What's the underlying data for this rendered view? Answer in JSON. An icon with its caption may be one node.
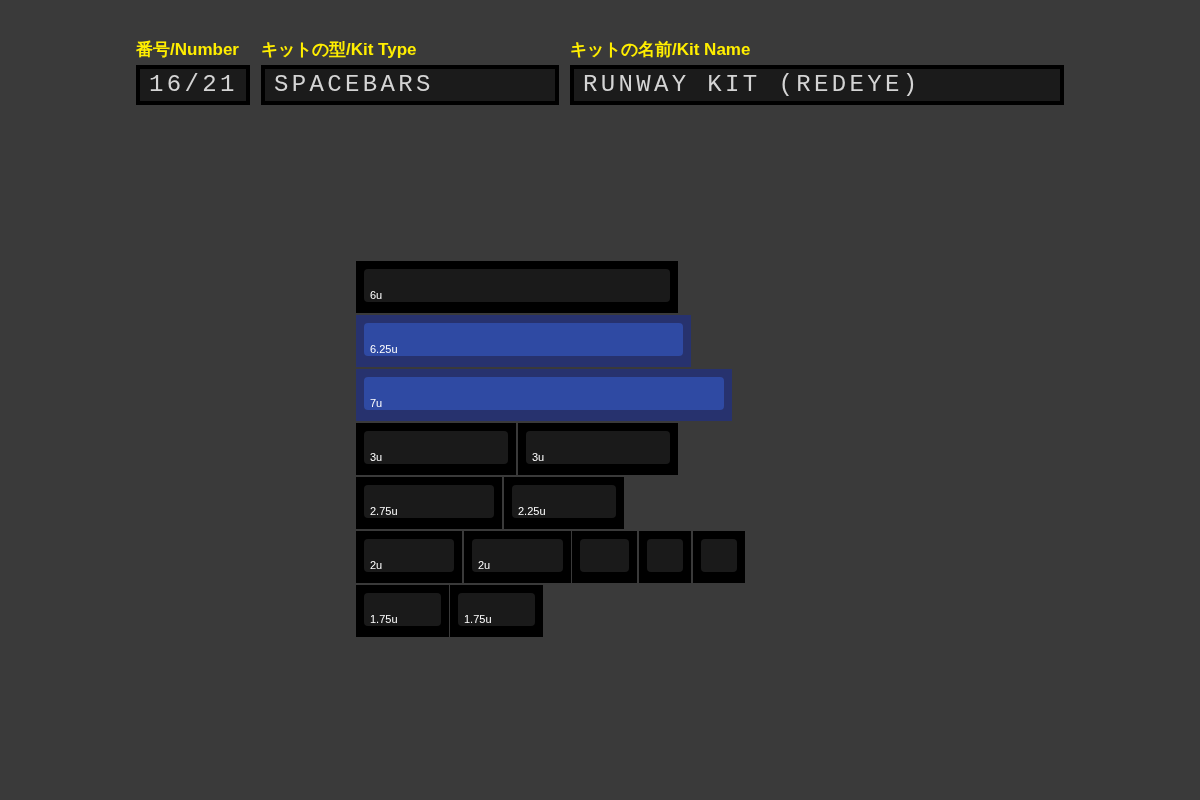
{
  "diagram": {
    "nodes": [
      {
        "text": [
          "番号/Number",
          "16/21"
        ]
      },
      {
        "text": [
          "キットの型/Kit Type",
          "SPACEBARS"
        ]
      },
      {
        "text": [
          "キットの名前/Kit Name",
          "RUNWAY KIT (REDEYE)"
        ]
      },
      {
        "text": [
          "6u"
        ]
      },
      {
        "text": [
          "6.25u"
        ]
      },
      {
        "text": [
          "7u"
        ]
      },
      {
        "text": [
          "3u"
        ]
      },
      {
        "text": [
          "3u"
        ]
      },
      {
        "text": [
          "2.75u"
        ]
      },
      {
        "text": [
          "2.25u"
        ]
      },
      {
        "text": [
          "2u"
        ]
      },
      {
        "text": [
          "2u"
        ]
      },
      {
        "text": [],
        "shape": "box"
      },
      {
        "text": [],
        "shape": "box"
      },
      {
        "text": [],
        "shape": "box"
      },
      {
        "text": [
          "1.75u"
        ]
      },
      {
        "text": [
          "1.75u"
        ]
      }
    ]
  }
}
